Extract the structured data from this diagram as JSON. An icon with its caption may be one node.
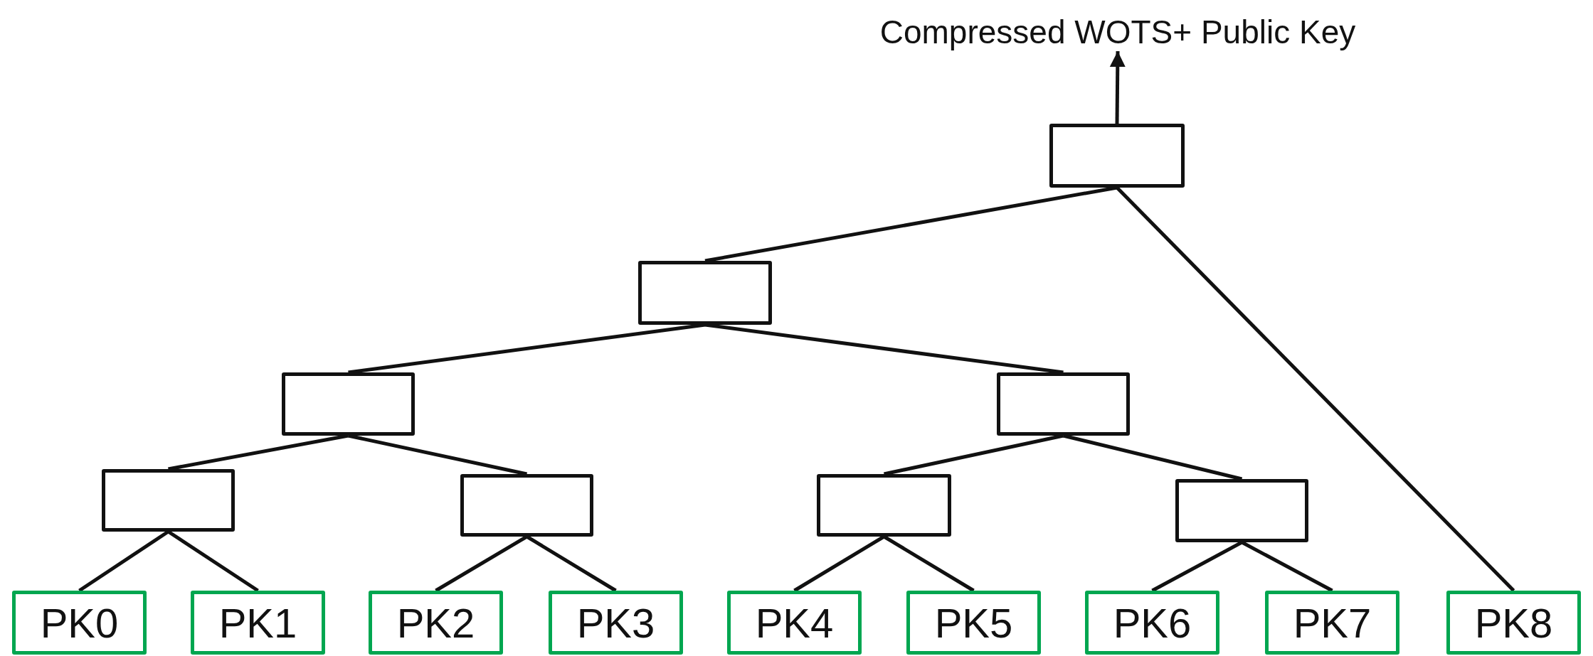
{
  "diagram": {
    "nodes": [
      {
        "text": [
          "Compressed WOTS+ Public Key"
        ]
      },
      {
        "text": [],
        "shape": "box"
      },
      {
        "text": [],
        "shape": "box"
      },
      {
        "text": [],
        "shape": "box"
      },
      {
        "text": [],
        "shape": "box"
      },
      {
        "text": [],
        "shape": "box"
      },
      {
        "text": [],
        "shape": "box"
      },
      {
        "text": [],
        "shape": "box"
      },
      {
        "text": [],
        "shape": "box"
      },
      {
        "text": [
          "PK0"
        ]
      },
      {
        "text": [
          "PK1"
        ]
      },
      {
        "text": [
          "PK2"
        ]
      },
      {
        "text": [
          "PK3"
        ]
      },
      {
        "text": [
          "PK4"
        ]
      },
      {
        "text": [
          "PK5"
        ]
      },
      {
        "text": [
          "PK6"
        ]
      },
      {
        "text": [
          "PK7"
        ]
      },
      {
        "text": [
          "PK8"
        ]
      }
    ],
    "edges": [
      {
        "from": 1,
        "to": 0,
        "arrow": "to"
      },
      {
        "from": 1,
        "to": 2,
        "arrow": "none"
      },
      {
        "from": 1,
        "to": 17,
        "arrow": "none"
      },
      {
        "from": 2,
        "to": 3,
        "arrow": "none"
      },
      {
        "from": 2,
        "to": 4,
        "arrow": "none"
      },
      {
        "from": 3,
        "to": 5,
        "arrow": "none"
      },
      {
        "from": 3,
        "to": 6,
        "arrow": "none"
      },
      {
        "from": 4,
        "to": 7,
        "arrow": "none"
      },
      {
        "from": 4,
        "to": 8,
        "arrow": "none"
      },
      {
        "from": 5,
        "to": 9,
        "arrow": "none"
      },
      {
        "from": 5,
        "to": 10,
        "arrow": "none"
      },
      {
        "from": 6,
        "to": 11,
        "arrow": "none"
      },
      {
        "from": 6,
        "to": 12,
        "arrow": "none"
      },
      {
        "from": 7,
        "to": 13,
        "arrow": "none"
      },
      {
        "from": 7,
        "to": 14,
        "arrow": "none"
      },
      {
        "from": 8,
        "to": 15,
        "arrow": "none"
      },
      {
        "from": 8,
        "to": 16,
        "arrow": "none"
      }
    ]
  }
}
